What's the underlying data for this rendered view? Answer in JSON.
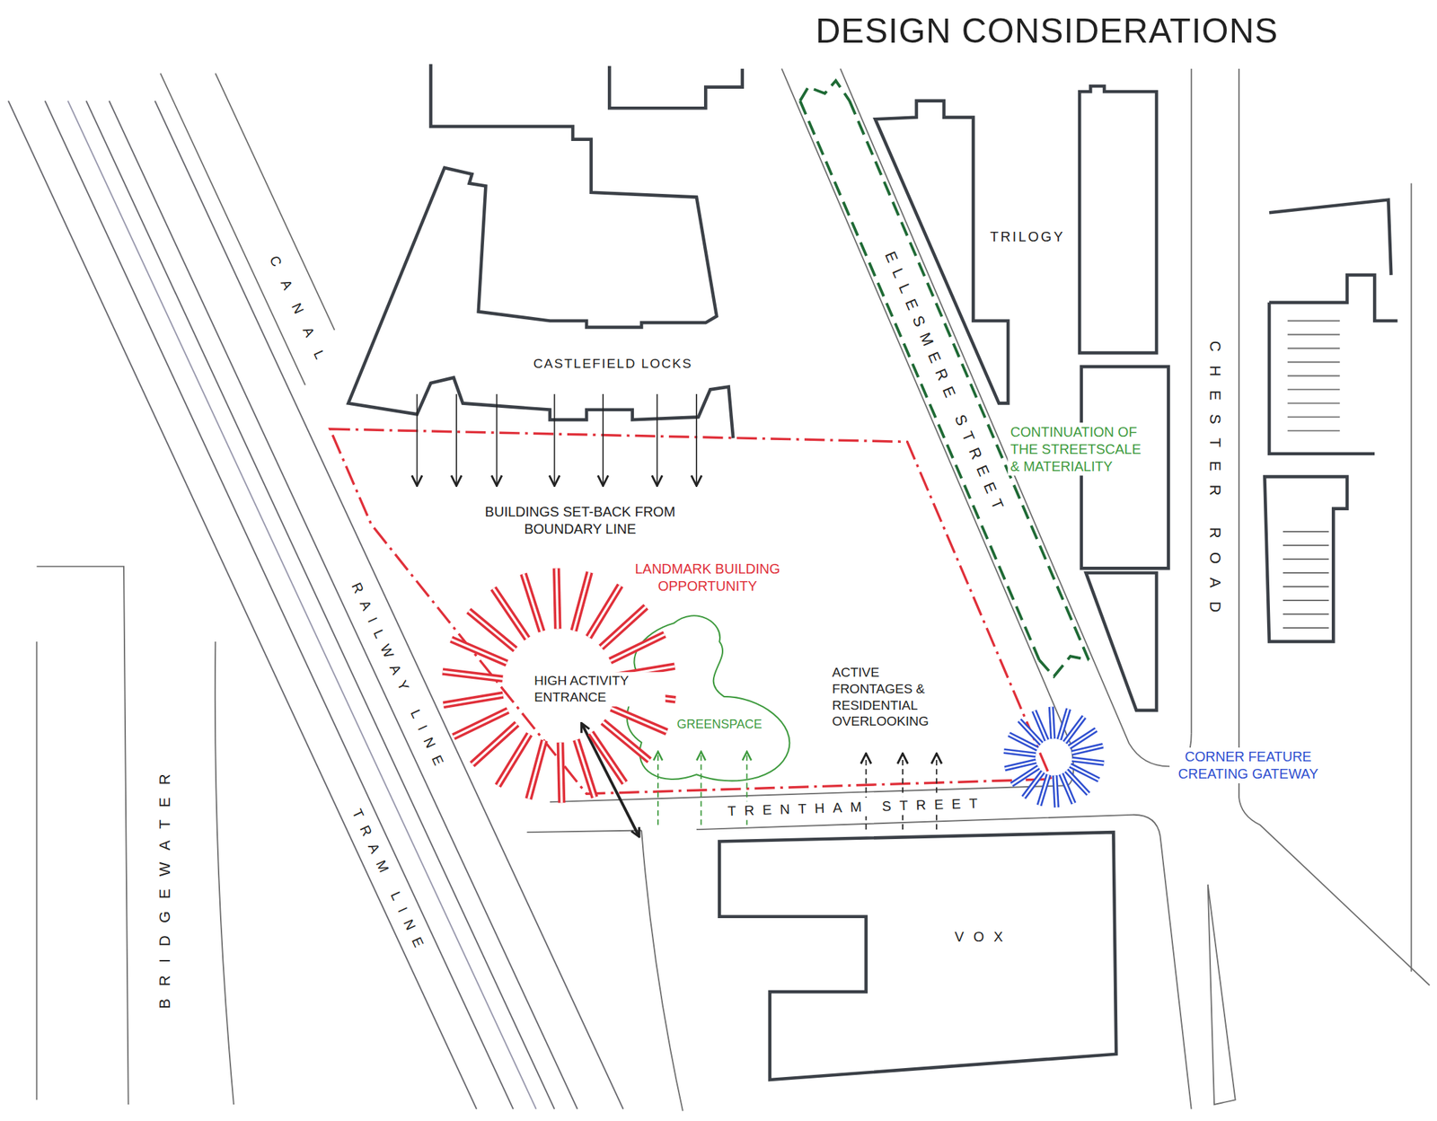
{
  "diagram": {
    "title": "DESIGN CONSIDERATIONS",
    "labels": [
      "CANAL",
      "ELLESMERE STREET",
      "TRILOGY",
      "CHESTER ROAD",
      "CASTLEFIELD LOCKS",
      "CONTINUATION OF THE STREETSCALE & MATERIALITY",
      "BUILDINGS SET-BACK FROM BOUNDARY LINE",
      "LANDMARK BUILDING OPPORTUNITY",
      "RAILWAY LINE",
      "HIGH ACTIVITY ENTRANCE",
      "GREENSPACE",
      "ACTIVE FRONTAGES & RESIDENTIAL OVERLOOKING",
      "CORNER FEATURE CREATING GATEWAY",
      "TRENTHAM STREET",
      "BRIDGEWATER",
      "TRAM LINE",
      "VOX"
    ]
  }
}
